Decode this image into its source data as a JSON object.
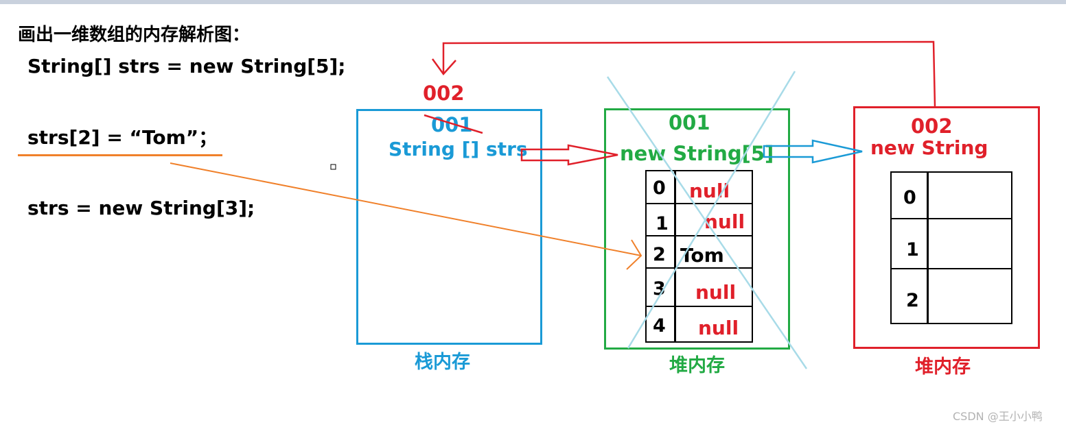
{
  "title": "画出一维数组的内存解析图：",
  "code": {
    "line1": "String[] strs = new String[5];",
    "line2": "strs[2] =  “Tom”；",
    "line3": "strs = new String[3];"
  },
  "stack": {
    "label": "栈内存",
    "old_address": "001",
    "new_address": "002",
    "variable": "String [] strs"
  },
  "heap1": {
    "label": "堆内存",
    "address": "001",
    "expression": "new String[5]",
    "indices": [
      "0",
      "1",
      "2",
      "3",
      "4"
    ],
    "values": [
      "null",
      "null",
      "Tom",
      "null",
      "null"
    ]
  },
  "heap2": {
    "label": "堆内存",
    "address": "002",
    "expression": "new String",
    "indices": [
      "0",
      "1",
      "2"
    ]
  },
  "watermark": "CSDN @王小小鸭",
  "colors": {
    "stack": "#1a9ad6",
    "heap1": "#22aa44",
    "heap2": "#e0202a",
    "orange": "#f0802a",
    "cross": "#a8dbe8"
  }
}
